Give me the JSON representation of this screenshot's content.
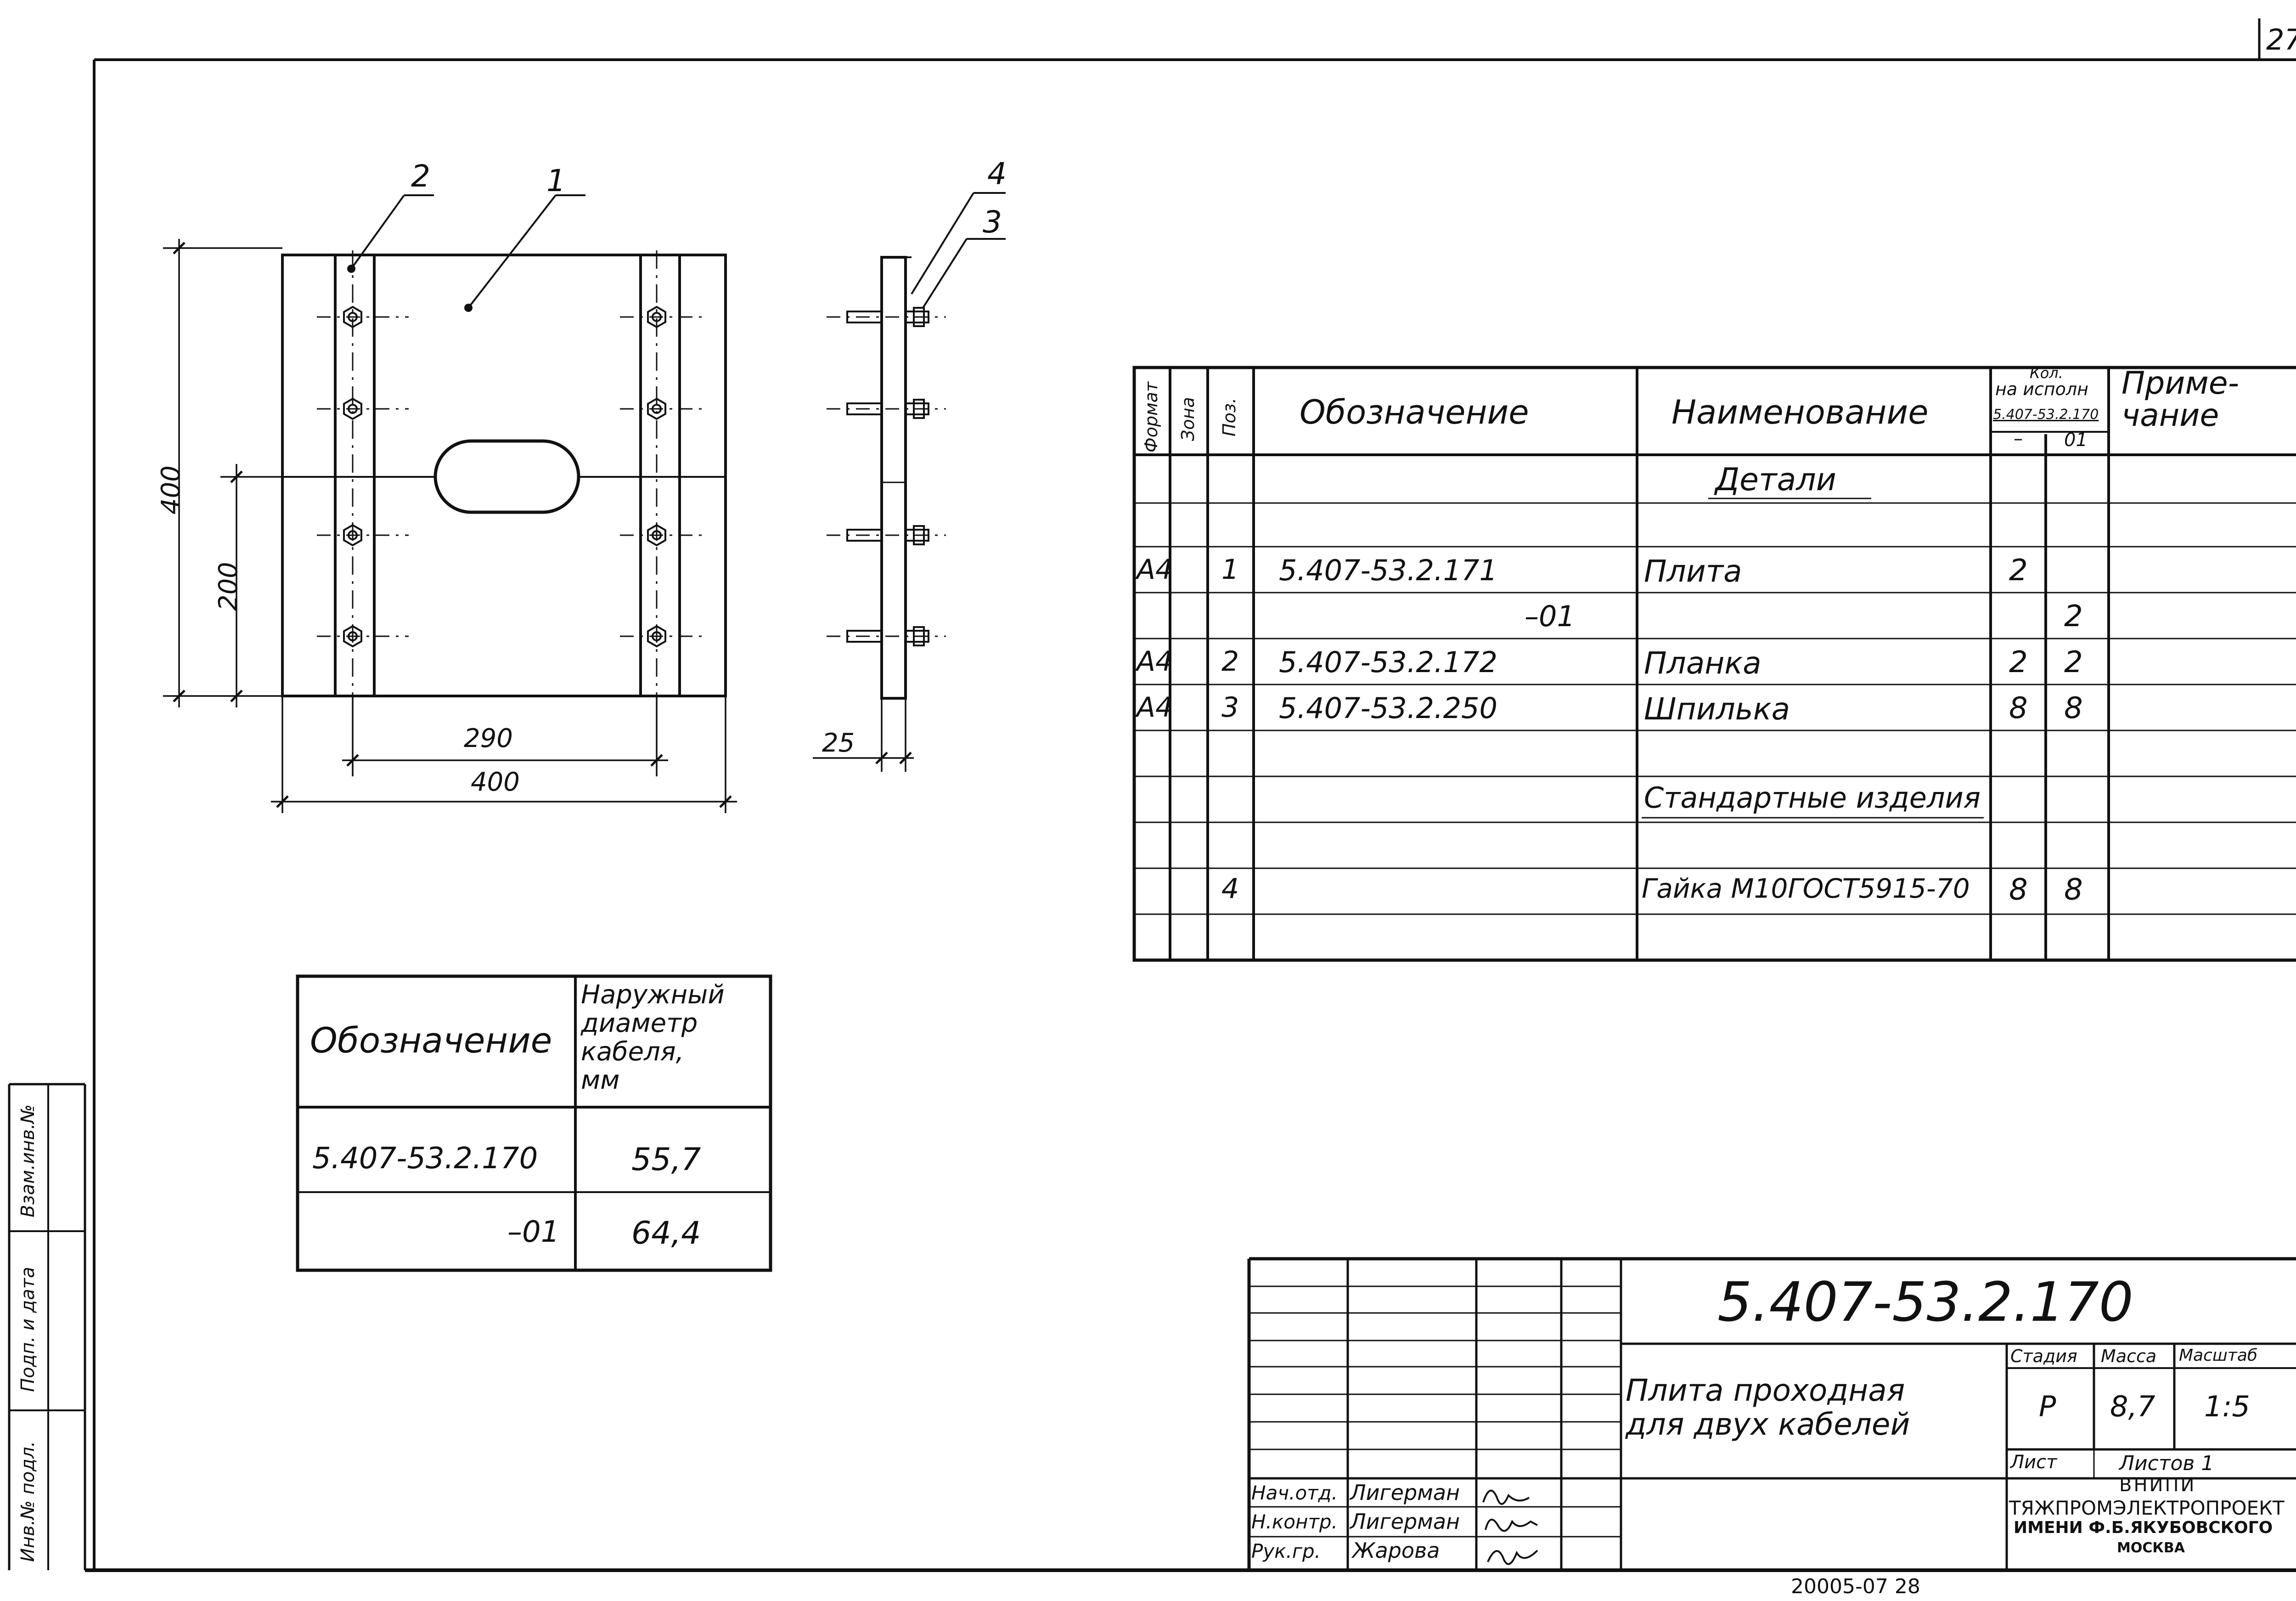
{
  "page": {
    "corner_number": "27"
  },
  "drawing": {
    "callouts": {
      "c1": "1",
      "c2": "2",
      "c3": "3",
      "c4": "4"
    },
    "dimensions": {
      "height_total": "400",
      "height_half": "200",
      "width_inner": "290",
      "width_total": "400",
      "thickness": "25"
    }
  },
  "spec_table": {
    "headers": {
      "format": "Формат",
      "zone": "Зона",
      "pos": "Поз.",
      "designation": "Обозначение",
      "name": "Наименование",
      "qty_top": "Кол.",
      "qty_mid": "на исполн",
      "qty_doc": "5.407-53.2.170",
      "qty_col1": "–",
      "qty_col2": "01",
      "note": "Приме-\nчание"
    },
    "section_details": "Детали",
    "section_standard": "Стандартные изделия",
    "rows": [
      {
        "format": "А4",
        "pos": "1",
        "designation": "5.407-53.2.171",
        "name": "Плита",
        "q1": "2",
        "q2": ""
      },
      {
        "format": "",
        "pos": "",
        "designation": "–01",
        "name": "",
        "q1": "",
        "q2": "2"
      },
      {
        "format": "А4",
        "pos": "2",
        "designation": "5.407-53.2.172",
        "name": "Планка",
        "q1": "2",
        "q2": "2"
      },
      {
        "format": "А4",
        "pos": "3",
        "designation": "5.407-53.2.250",
        "name": "Шпилька",
        "q1": "8",
        "q2": "8"
      }
    ],
    "standard_row": {
      "pos": "4",
      "name": "Гайка М10ГОСТ5915-70",
      "q1": "8",
      "q2": "8"
    }
  },
  "cable_table": {
    "header_designation": "Обозначение",
    "header_diameter": "Наружный\nдиаметр\nкабеля,\nмм",
    "rows": [
      {
        "designation": "5.407-53.2.170",
        "diameter": "55,7"
      },
      {
        "designation": "–01",
        "diameter": "64,4"
      }
    ]
  },
  "title_block": {
    "doc_number": "5.407-53.2.170",
    "title": "Плита проходная\nдля двух кабелей",
    "stage_label": "Стадия",
    "mass_label": "Масса",
    "scale_label": "Масштаб",
    "stage": "Р",
    "mass": "8,7",
    "scale": "1:5",
    "sheet_label": "Лист",
    "sheets_label": "Листов 1",
    "org_line1": "ВНИПИ",
    "org_line2": "ТЯЖПРОМЭЛЕКТРОПРОЕКТ",
    "org_line3": "ИМЕНИ Ф.Б.ЯКУБОВСКОГО",
    "org_line4": "МОСКВА",
    "signers": [
      {
        "role": "Нач.отд.",
        "name": "Лигерман"
      },
      {
        "role": "Н.контр.",
        "name": "Лигерман"
      },
      {
        "role": "Рук.гр.",
        "name": "Жарова"
      }
    ]
  },
  "side_stamp": {
    "f1": "Взам.инв.№",
    "f2": "Подп. и дата",
    "f3": "Инв.№ подл."
  },
  "bottom_text": "20005-07 28"
}
